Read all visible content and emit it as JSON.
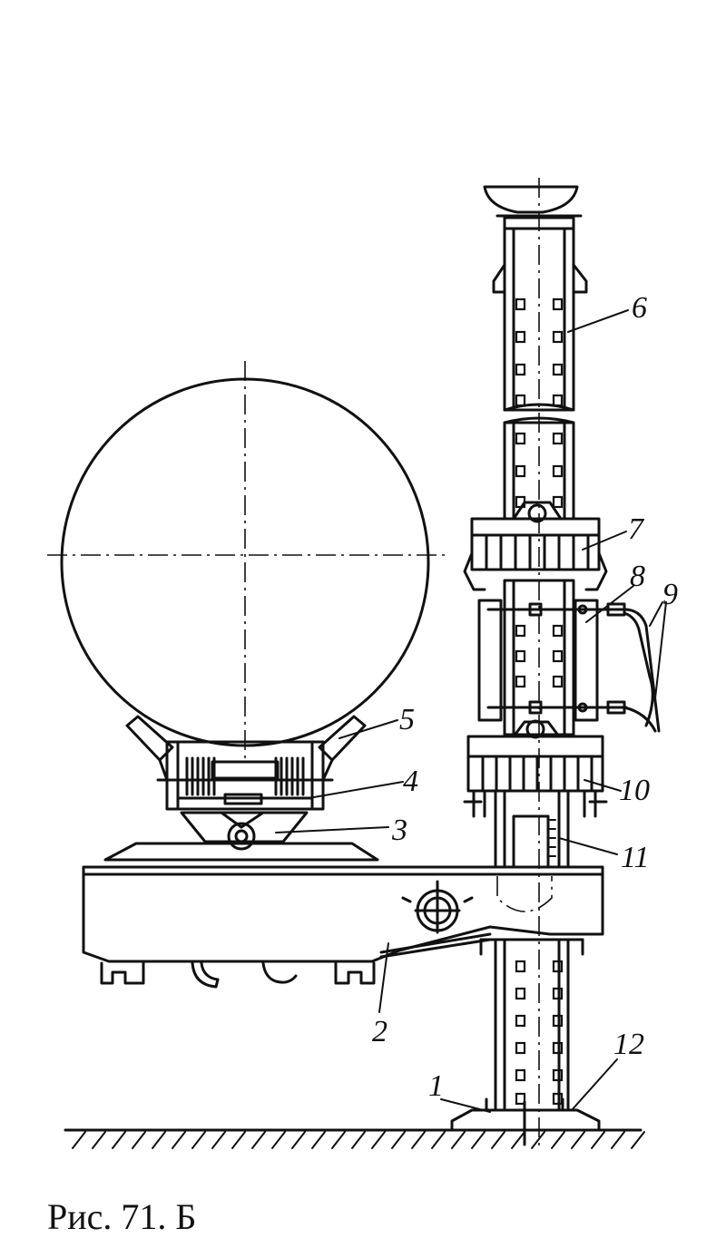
{
  "labels": [
    "1",
    "2",
    "3",
    "4",
    "5",
    "6",
    "7",
    "8",
    "9",
    "10",
    "11",
    "12"
  ],
  "caption": "Рис. 71. Б"
}
